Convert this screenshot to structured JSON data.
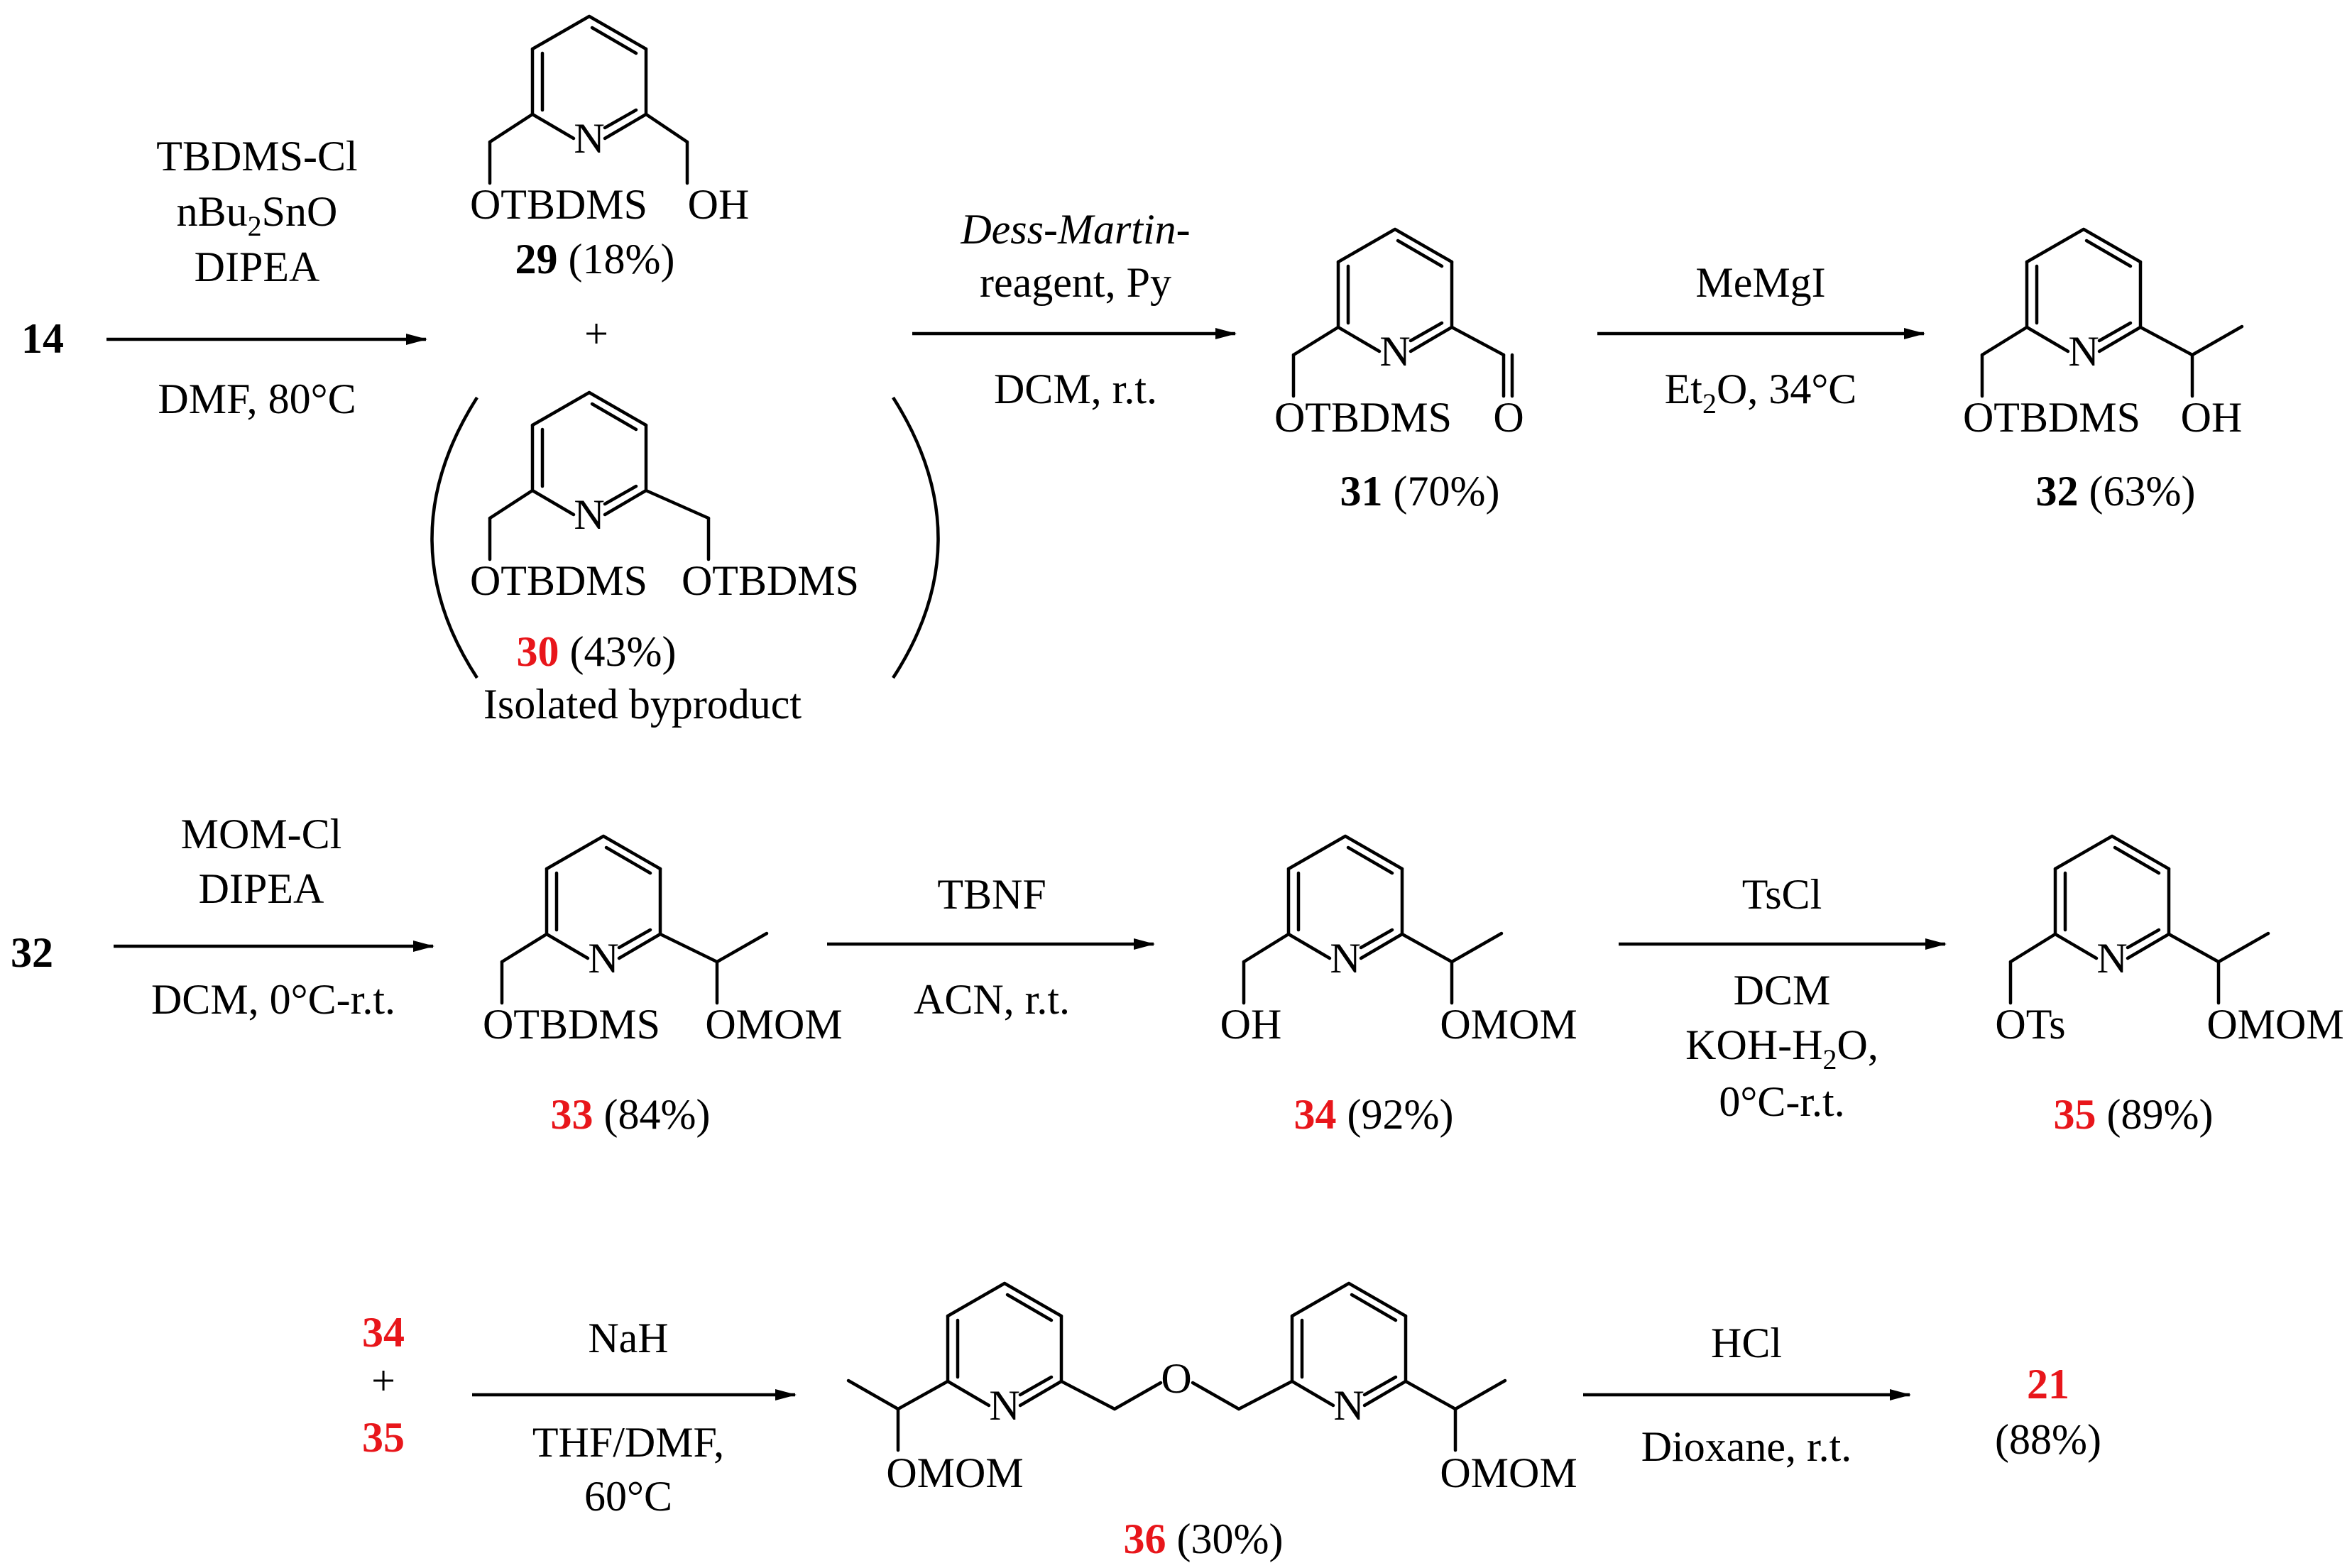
{
  "colors": {
    "ink": "#000000",
    "highlight": "#e8161b"
  },
  "row1": {
    "start_id": "14",
    "step1": {
      "r1": "TBDMS-Cl",
      "r2_pre": "nBu",
      "r2_sub": "2",
      "r2_post": "SnO",
      "r3": "DIPEA",
      "cond": "DMF, 80°C"
    },
    "c29": {
      "sub_left": "OTBDMS",
      "sub_right": "OH",
      "n": "N",
      "id": "29",
      "yield": "(18%)"
    },
    "plus": "+",
    "c30": {
      "sub_left": "OTBDMS",
      "sub_right": "OTBDMS",
      "n": "N",
      "id": "30",
      "yield": "(43%)",
      "note": "Isolated byproduct"
    },
    "step2": {
      "r1_italic": "Dess-Martin",
      "r1_tail": "-",
      "r2": "reagent, Py",
      "cond": "DCM, r.t."
    },
    "c31": {
      "sub_left": "OTBDMS",
      "sub_right": "O",
      "n": "N",
      "id": "31",
      "yield": "(70%)"
    },
    "step3": {
      "r1": "MeMgI",
      "cond_pre": "Et",
      "cond_sub": "2",
      "cond_post": "O, 34°C"
    },
    "c32": {
      "sub_left": "OTBDMS",
      "sub_right": "OH",
      "n": "N",
      "id": "32",
      "yield": "(63%)"
    }
  },
  "row2": {
    "start_id": "32",
    "step1": {
      "r1": "MOM-Cl",
      "r2": "DIPEA",
      "cond": "DCM, 0°C-r.t."
    },
    "c33": {
      "sub_left": "OTBDMS",
      "sub_right": "OMOM",
      "n": "N",
      "id": "33",
      "yield": "(84%)"
    },
    "step2": {
      "r1": "TBNF",
      "cond": "ACN, r.t."
    },
    "c34": {
      "sub_left": "OH",
      "sub_right": "OMOM",
      "n": "N",
      "id": "34",
      "yield": "(92%)"
    },
    "step3": {
      "r1": "TsCl",
      "c1": "DCM",
      "c2_pre": "KOH-H",
      "c2_sub": "2",
      "c2_post": "O,",
      "c3": "0°C-r.t."
    },
    "c35": {
      "sub_left": "OTs",
      "sub_right": "OMOM",
      "n": "N",
      "id": "35",
      "yield": "(89%)"
    }
  },
  "row3": {
    "r_a": "34",
    "plus": "+",
    "r_b": "35",
    "step1": {
      "r1": "NaH",
      "c1": "THF/DMF,",
      "c2": "60°C"
    },
    "c36": {
      "sub_left": "OMOM",
      "sub_right": "OMOM",
      "o_link": "O",
      "n1": "N",
      "n2": "N",
      "id": "36",
      "yield": "(30%)"
    },
    "step2": {
      "r1": "HCl",
      "cond": "Dioxane, r.t."
    },
    "product_id": "21",
    "product_yield": "(88%)"
  }
}
